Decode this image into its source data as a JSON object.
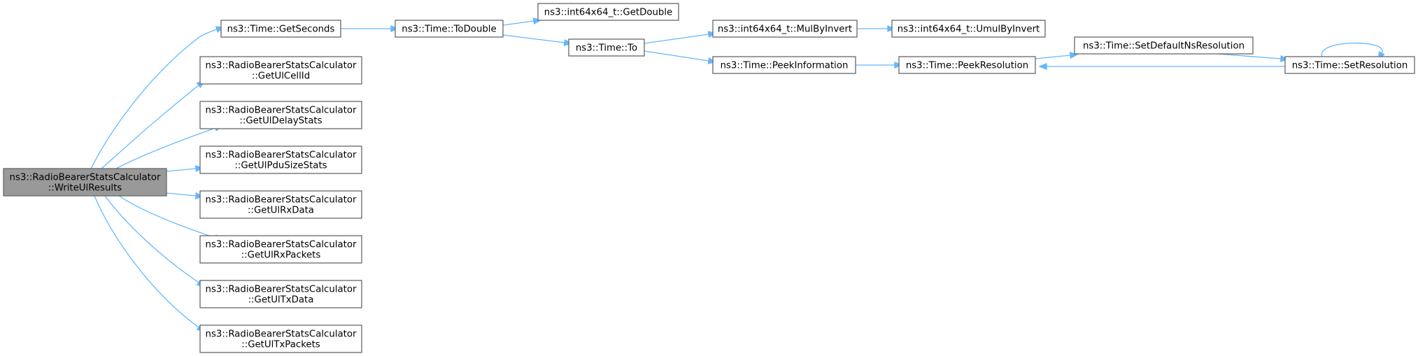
{
  "diagram": {
    "type": "call-graph",
    "colors": {
      "edge": "#63b8ff",
      "node_border": "#666666",
      "root_fill": "#999999",
      "node_fill": "#ffffff"
    },
    "nodes": [
      {
        "id": "write",
        "lines": [
          "ns3::RadioBearerStatsCalculator",
          "::WriteUlResults"
        ]
      },
      {
        "id": "getseconds",
        "lines": [
          "ns3::Time::GetSeconds"
        ]
      },
      {
        "id": "ulcell",
        "lines": [
          "ns3::RadioBearerStatsCalculator",
          "::GetUlCellId"
        ]
      },
      {
        "id": "uldelay",
        "lines": [
          "ns3::RadioBearerStatsCalculator",
          "::GetUlDelayStats"
        ]
      },
      {
        "id": "ulpdu",
        "lines": [
          "ns3::RadioBearerStatsCalculator",
          "::GetUlPduSizeStats"
        ]
      },
      {
        "id": "ulrxdata",
        "lines": [
          "ns3::RadioBearerStatsCalculator",
          "::GetUlRxData"
        ]
      },
      {
        "id": "ulrxpk",
        "lines": [
          "ns3::RadioBearerStatsCalculator",
          "::GetUlRxPackets"
        ]
      },
      {
        "id": "ultxdata",
        "lines": [
          "ns3::RadioBearerStatsCalculator",
          "::GetUlTxData"
        ]
      },
      {
        "id": "ultxpk",
        "lines": [
          "ns3::RadioBearerStatsCalculator",
          "::GetUlTxPackets"
        ]
      },
      {
        "id": "todouble",
        "lines": [
          "ns3::Time::ToDouble"
        ]
      },
      {
        "id": "getdouble",
        "lines": [
          "ns3::int64x64_t::GetDouble"
        ]
      },
      {
        "id": "to",
        "lines": [
          "ns3::Time::To"
        ]
      },
      {
        "id": "mulbyinv",
        "lines": [
          "ns3::int64x64_t::MulByInvert"
        ]
      },
      {
        "id": "peekinfo",
        "lines": [
          "ns3::Time::PeekInformation"
        ]
      },
      {
        "id": "umulbyinv",
        "lines": [
          "ns3::int64x64_t::UmulByInvert"
        ]
      },
      {
        "id": "peekres",
        "lines": [
          "ns3::Time::PeekResolution"
        ]
      },
      {
        "id": "setdefns",
        "lines": [
          "ns3::Time::SetDefaultNsResolution"
        ]
      },
      {
        "id": "setres",
        "lines": [
          "ns3::Time::SetResolution"
        ]
      }
    ],
    "edges": [
      {
        "from": "write",
        "to": "getseconds"
      },
      {
        "from": "write",
        "to": "ulcell"
      },
      {
        "from": "write",
        "to": "uldelay"
      },
      {
        "from": "write",
        "to": "ulpdu"
      },
      {
        "from": "write",
        "to": "ulrxdata"
      },
      {
        "from": "write",
        "to": "ulrxpk"
      },
      {
        "from": "write",
        "to": "ultxdata"
      },
      {
        "from": "write",
        "to": "ultxpk"
      },
      {
        "from": "getseconds",
        "to": "todouble"
      },
      {
        "from": "todouble",
        "to": "getdouble"
      },
      {
        "from": "todouble",
        "to": "to"
      },
      {
        "from": "to",
        "to": "mulbyinv"
      },
      {
        "from": "to",
        "to": "peekinfo"
      },
      {
        "from": "mulbyinv",
        "to": "umulbyinv"
      },
      {
        "from": "peekinfo",
        "to": "peekres"
      },
      {
        "from": "peekres",
        "to": "setdefns"
      },
      {
        "from": "setdefns",
        "to": "setres"
      },
      {
        "from": "setres",
        "to": "peekres"
      },
      {
        "from": "setres",
        "to": "setres"
      }
    ]
  }
}
